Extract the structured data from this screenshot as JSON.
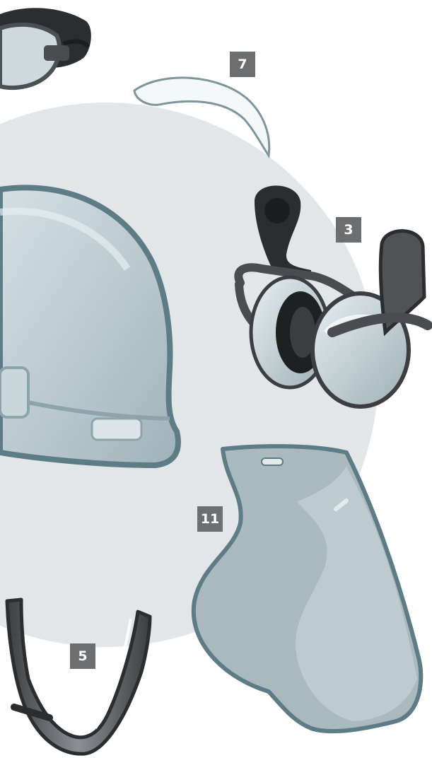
{
  "callouts": {
    "part_7": "7",
    "part_3": "3",
    "part_11": "11",
    "part_5": "5"
  },
  "colors": {
    "backdrop_circle": "#e2e6e8",
    "callout_badge": "#6d6e70",
    "helmet_fill": "#b7c6cc",
    "helmet_outline": "#5e7c86",
    "earmuff_dark": "#2c2d2f",
    "face_shield_fill": "#a9b9bd",
    "face_shield_outline": "#5e7c86"
  },
  "icons": {
    "goggles": "safety-goggles-icon",
    "brow_pad": "sweatband-icon",
    "helmet": "hard-hat-icon",
    "earmuffs": "earmuff-icon",
    "face_shield": "face-shield-icon",
    "chin_strap": "chin-strap-icon"
  }
}
